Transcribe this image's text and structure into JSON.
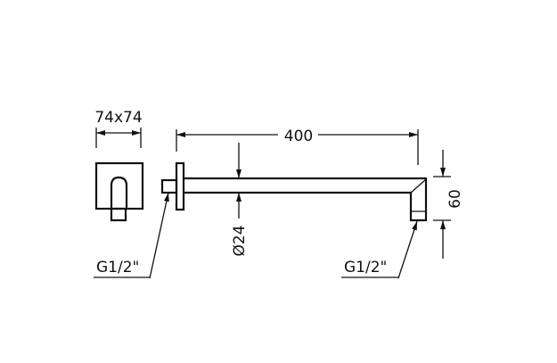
{
  "drawing": {
    "front_view_dimension": "74x74",
    "arm_length": "400",
    "pipe_diameter": "Ø24",
    "drop_height": "60",
    "wall_thread": "G1/2\"",
    "outlet_thread": "G1/2\""
  },
  "colors": {
    "line": "#111111",
    "background": "#ffffff"
  }
}
